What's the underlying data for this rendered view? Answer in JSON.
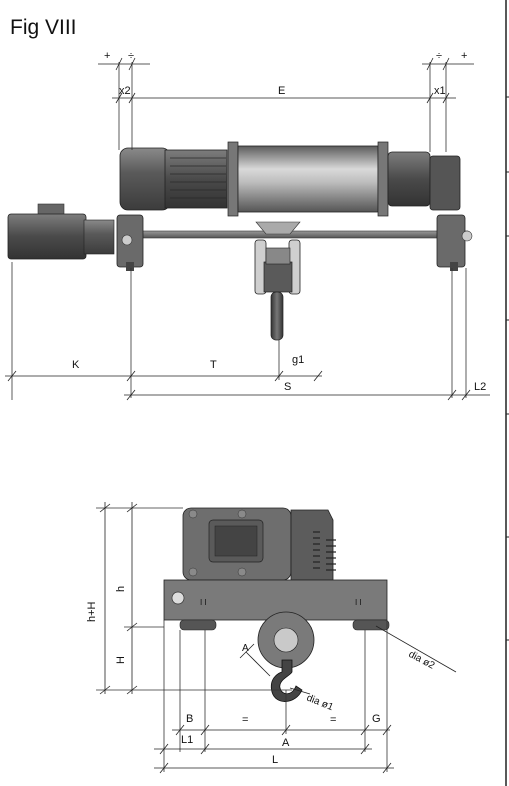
{
  "figure_label": "Fig VIII",
  "top_view": {
    "tol_plus_left": "+",
    "tol_div_left": "÷",
    "tol_div_right": "÷",
    "tol_plus_right": "+",
    "x1": "x1",
    "x2": "x2",
    "E": "E",
    "K": "K",
    "T": "T",
    "g1": "g1",
    "S": "S",
    "L2": "L2"
  },
  "side_view": {
    "h_plus_H": "h+H",
    "h": "h",
    "H": "H",
    "A_hook": "A",
    "dia1": "dia ø1",
    "dia2": "dia ø2",
    "B": "B",
    "eq_left": "=",
    "eq_right": "=",
    "G": "G",
    "L1": "L1",
    "A": "A",
    "L": "L"
  },
  "colors": {
    "body_dark": "#555555",
    "body_mid": "#7a7a7a",
    "body_light": "#a8a8a8",
    "line": "#222222"
  }
}
